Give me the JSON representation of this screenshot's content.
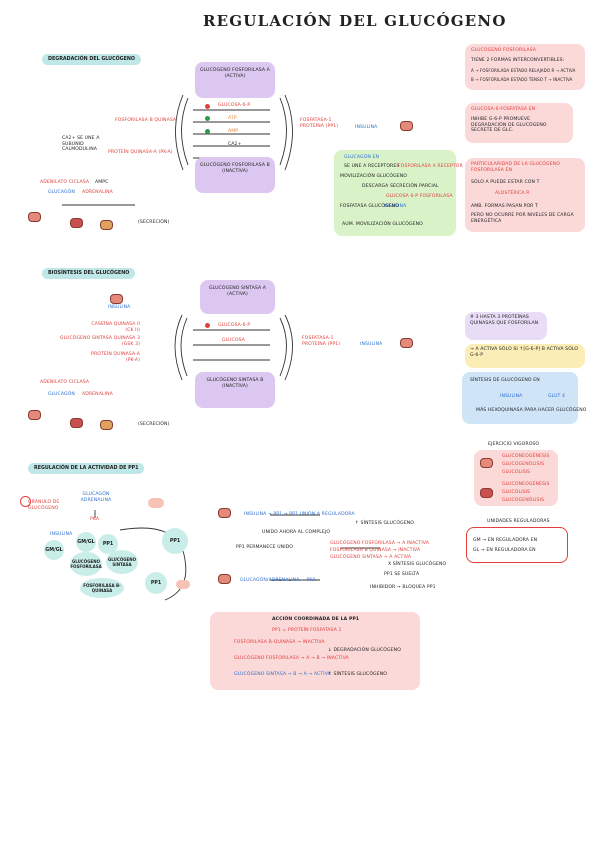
{
  "title": "REGULACIÓN DEL GLUCÓGENO",
  "s1": {
    "header": "DEGRADACIÓN DEL GLUCÓGENO",
    "gp_a": "GLUCÓGENO FOSFORILASA a (ACTIVA)",
    "gp_b": "GLUCÓGENO FOSFORILASA b (INACTIVA)",
    "center": [
      "GLUCOSA-6-P",
      "ATP",
      "AMP",
      "Ca2+"
    ],
    "left": [
      "FOSFORILASA b QUINASA",
      "PROTEÍN QUINASA-A (PK-A)",
      "AMPc",
      "ADENILATO CICLASA",
      "GLUCAGÓN",
      "ADRENALINA"
    ],
    "left_note": "Ca2+ SE UNE A SUBUNID CALMODULINA",
    "right_label": "FOSFATASA-1 PROTEÍNA (PP1)",
    "insulin": "INSULINA",
    "secretion": "(SECRECIÓN)",
    "side_top_title": "GLUCÓGENO FOSFORILASA",
    "side_top_sub": "TIENE 2 FORMAS INTERCONVERTIBLES:",
    "side_top_lines": [
      "A → FOSFORILADA ESTADO RELAJADO R → ACTIVA",
      "B → FOSFORILADA ESTADO TENSO T → INACTIVA"
    ],
    "side_mid_title": "GLUCOSA-6-FOSFATASA EN",
    "side_mid_text": "INHIBE G-6-P PROMUEVE DEGRADACIÓN DE GLUCÓGENO SECRETE DE GLC.",
    "side_bot_title": "PARTICULARIDAD DE LA GLUCÓGENO FOSFORILASA EN",
    "side_bot_lines": [
      "SÓLO A PUEDE ESTAR CON T",
      "ALOSTÉRICA R",
      "AMB. FORMAS PASAN POR T",
      "PERO NO OCURRE POR NIVELES DE CARGA ENERGÉTICA"
    ],
    "green_box_title": "GLUCAGÓN EN",
    "green_box_lines": [
      "SE UNE A RECEPTORES",
      "FOSFORILASA A RECEPTOR",
      "MOVILIZACIÓN GLUCÓGENO",
      "DESCARGA SECRECIÓN PARCIAL",
      "GLUCOSA 6-P FOSFORILASA",
      "INSULINA",
      "FOSFATASA GLUCÓGENO",
      "AUM. MOVILIZACIÓN GLUCÓGENO"
    ]
  },
  "s2": {
    "header": "BIOSÍNTESIS DEL GLUCÓGENO",
    "gs_a": "GLUCÓGENO SINTASA a (ACTIVA)",
    "gs_b": "GLUCÓGENO SINTASA b (INACTIVA)",
    "center": [
      "GLUCOSA-6-P",
      "GLUCOSA"
    ],
    "left": [
      "CASEÍNA QUINASA II (CK II)",
      "GLUCÓGENO SINTASA QUINASA 3 (GSK 3)",
      "PROTEÍN QUINASA-A (PK-A)",
      "ADENILATO CICLASA",
      "GLUCAGÓN",
      "ADRENALINA"
    ],
    "insulin": "INSULINA",
    "right_label": "FOSFATASA-1 PROTEÍNA (PP1)",
    "secretion": "(SECRECIÓN)",
    "side1": "# 3 HASTA 3 PROTEÍNAS QUINASAS QUE FOSFORILAN",
    "side2": "→ A ACTIVA SÓLO SI ↑[G-6-P] B ACTIVA SÓLO G-6-P",
    "side3_title": "SÍNTESIS DE GLUCÓGENO EN",
    "side3_lines": [
      "INSULINA",
      "GLUT 4",
      "MÁS HEXOQUINASA PARA HACER GLUCÓGENO"
    ],
    "side4_title": "EJERCICIO VIGOROSO",
    "side4_lines": [
      "GLUCONEOGÉNESIS",
      "GLUCOGENÓLISIS",
      "GLUCÓLISIS",
      "GLUCONEOGÉNESIS",
      "GLUCÓLISIS",
      "GLUCOGENÓLISIS"
    ]
  },
  "s3": {
    "header": "REGULACIÓN DE LA ACTIVIDAD DE PP1",
    "left_nodes": [
      "GRÁNULO DE GLUCÓGENO",
      "GLUCAGÓN ADRENALINA",
      "PKA",
      "INSULINA",
      "GM/GL",
      "GM/GL",
      "GLUCÓGENO FOSFORILASA",
      "GLUCÓGENO SINTASA",
      "FOSFORILASA B-QUINASA",
      "PP1",
      "PP1"
    ],
    "mid_lines": [
      "INSULINA → PP1 → PP1 UNIÓN A REGULADORA",
      "UNIDO AHORA AL COMPLEJO",
      "PP1 PERMANECE UNIDO",
      "↑ SÍNTESIS GLUCÓGENO",
      "GLUCÓGENO FOSFORILASA → A INACTIVA",
      "FOSFORILASA B QUINASA → INACTIVA",
      "GLUCÓGENO SINTASA → A ACTIVA",
      "GLUCAGÓN/ADRENALINA → PKA",
      "X SÍNTESIS GLUCÓGENO",
      "PP1 SE SUELTA",
      "INHIBIDOR → BLOQUEA PP1"
    ],
    "units_title": "UNIDADES REGULADORAS",
    "units_lines": [
      "GM → EN REGULADORA EN",
      "GL → EN REGULADORA EN"
    ]
  },
  "s4": {
    "title": "ACCIÓN COORDINADA DE LA PP1",
    "sub": "PP1 = PROTEÍN FOSFATASA 1",
    "lines": [
      "FOSFORILASA B-QUINASA → INACTIVA",
      "↓ DEGRADACIÓN GLUCÓGENO",
      "GLUCÓGENO FOSFORILASA → A → B → INACTIVA",
      "GLUCÓGENO SINTASA → B → A → ACTIVA",
      "↑ SÍNTESIS GLUCÓGENO"
    ]
  },
  "colors": {
    "red": "#e0403c",
    "blue": "#2f6fd0",
    "green": "#2e9a45",
    "purple": "#dcc7f0",
    "pink": "#fbd9d9",
    "teal": "#bfe7e7"
  }
}
